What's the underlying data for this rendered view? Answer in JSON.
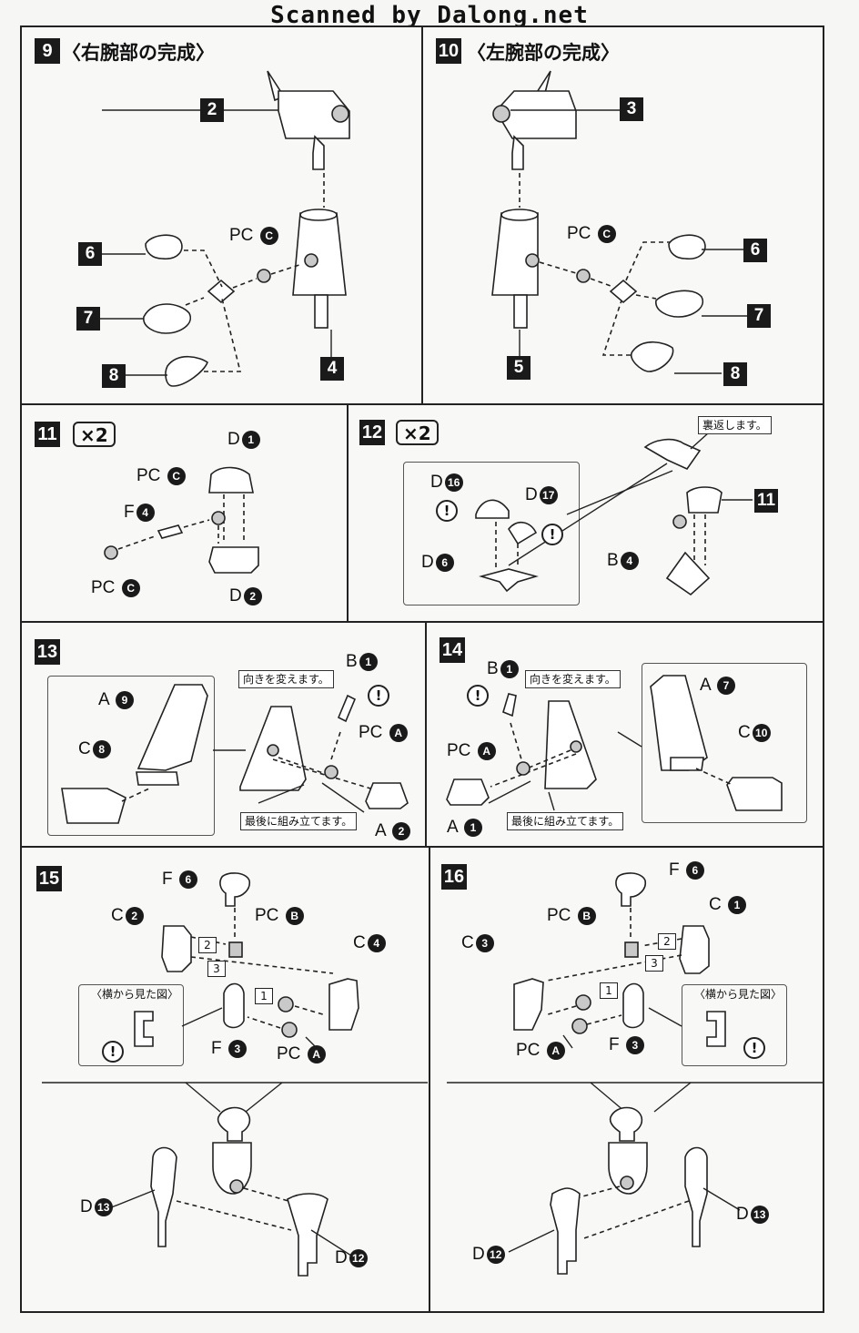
{
  "watermark": "Scanned by Dalong.net",
  "steps": {
    "s9": {
      "num": "9",
      "title": "〈右腕部の完成〉"
    },
    "s10": {
      "num": "10",
      "title": "〈左腕部の完成〉"
    },
    "s11": {
      "num": "11",
      "times": "×2"
    },
    "s12": {
      "num": "12",
      "times": "×2"
    },
    "s13": {
      "num": "13"
    },
    "s14": {
      "num": "14"
    },
    "s15": {
      "num": "15"
    },
    "s16": {
      "num": "16"
    }
  },
  "parts": {
    "p2": "2",
    "p3": "3",
    "p4": "4",
    "p5": "5",
    "p6": "6",
    "p7": "7",
    "p8": "8",
    "p11": "11",
    "pc": "PC",
    "A": "A",
    "B": "B",
    "C": "C",
    "D": "D",
    "F": "F",
    "cC": "C",
    "cA": "A",
    "cB": "B",
    "n1": "1",
    "n2": "2",
    "n3": "3",
    "n4": "4",
    "n6": "6",
    "n7": "7",
    "n8": "8",
    "n9": "9",
    "n10": "10",
    "n12": "12",
    "n13": "13",
    "n16": "16",
    "n17": "17"
  },
  "notes": {
    "flip": "裏返します。",
    "reorient": "向きを変えます。",
    "last": "最後に組み立てます。",
    "side": "〈横から見た図〉",
    "excl": "!"
  },
  "order": {
    "o1": "1",
    "o2": "2",
    "o3": "3"
  },
  "colors": {
    "ink": "#1a1a1a",
    "paper": "#f6f6f4",
    "part_grey": "#c9c9c9"
  },
  "icons": [
    "exclamation-warning-icon",
    "joint-diamond-icon"
  ]
}
